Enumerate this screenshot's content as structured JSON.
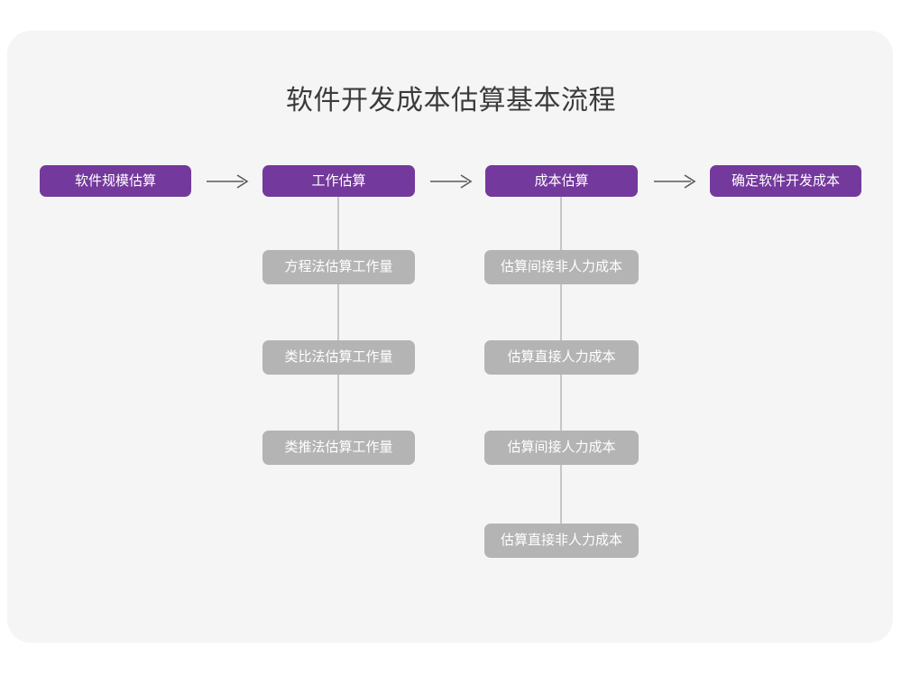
{
  "page": {
    "background_color": "#ffffff",
    "card_color": "#f5f5f5"
  },
  "diagram": {
    "title": "软件开发成本估算基本流程",
    "type": "flowchart",
    "accent_color": "#74399c",
    "secondary_color": "#b4b4b4",
    "connector_color": "#c6c6c6",
    "stages": [
      {
        "id": "stage-1",
        "label": "软件规模估算"
      },
      {
        "id": "stage-2",
        "label": "工作估算"
      },
      {
        "id": "stage-3",
        "label": "成本估算"
      },
      {
        "id": "stage-4",
        "label": "确定软件开发成本"
      }
    ],
    "arrows": [
      {
        "id": "arrow-1",
        "from": "stage-1",
        "to": "stage-2",
        "glyph": "arrow-right-icon"
      },
      {
        "id": "arrow-2",
        "from": "stage-2",
        "to": "stage-3",
        "glyph": "arrow-right-icon"
      },
      {
        "id": "arrow-3",
        "from": "stage-3",
        "to": "stage-4",
        "glyph": "arrow-right-icon"
      }
    ],
    "branches": [
      {
        "id": "branch-workload",
        "parent": "stage-2",
        "items": [
          {
            "id": "work-1",
            "label": "方程法估算工作量"
          },
          {
            "id": "work-2",
            "label": "类比法估算工作量"
          },
          {
            "id": "work-3",
            "label": "类推法估算工作量"
          }
        ]
      },
      {
        "id": "branch-cost",
        "parent": "stage-3",
        "items": [
          {
            "id": "cost-1",
            "label": "估算间接非人力成本"
          },
          {
            "id": "cost-2",
            "label": "估算直接人力成本"
          },
          {
            "id": "cost-3",
            "label": "估算间接人力成本"
          },
          {
            "id": "cost-4",
            "label": "估算直接非人力成本"
          }
        ]
      }
    ]
  }
}
